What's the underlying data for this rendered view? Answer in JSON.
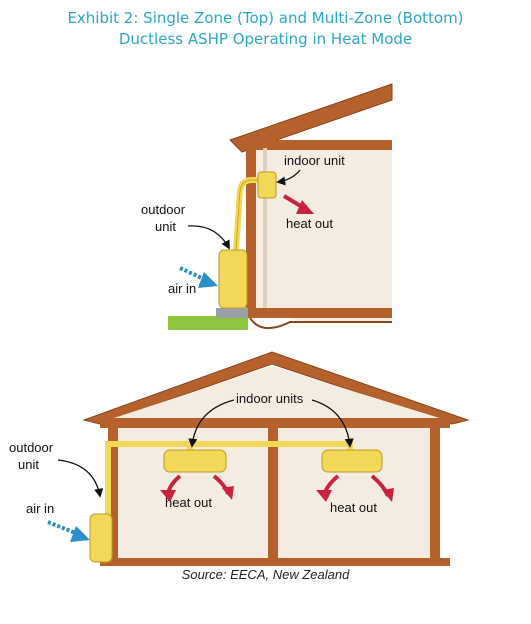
{
  "title": {
    "line1": "Exhibit 2: Single Zone (Top) and Multi-Zone (Bottom)",
    "line2": "Ductless ASHP Operating in Heat Mode"
  },
  "top_diagram": {
    "indoor_label": "indoor unit",
    "outdoor_label_1": "outdoor",
    "outdoor_label_2": "unit",
    "heat_label": "heat out",
    "air_label": "air in"
  },
  "bottom_diagram": {
    "indoor_label": "indoor units",
    "outdoor_label_1": "outdoor",
    "outdoor_label_2": "unit",
    "heat_label_left": "heat out",
    "heat_label_right": "heat out",
    "air_label": "air in"
  },
  "caption": "Source: EECA, New Zealand",
  "colors": {
    "title": "#2aa9c7",
    "wood": "#b5612c",
    "wall": "#f4ece1",
    "unit": "#f3d857",
    "heat_arrow": "#c8223c",
    "air_arrow": "#2a8fcb",
    "ground": "#8cc63e"
  }
}
